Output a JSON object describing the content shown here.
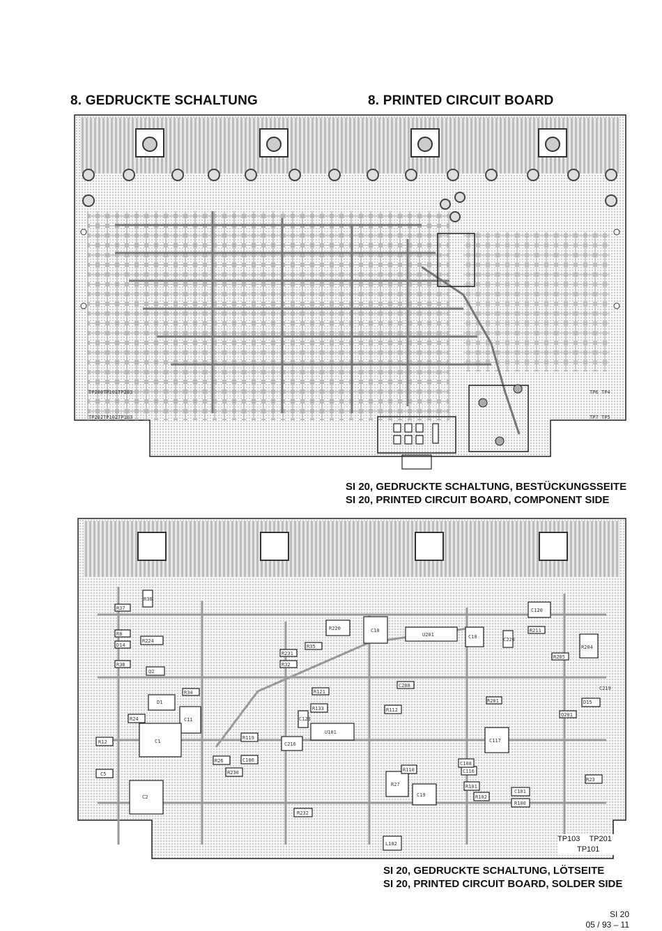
{
  "header": {
    "title_de": "8. GEDRUCKTE SCHALTUNG",
    "title_en": "8. PRINTED CIRCUIT BOARD"
  },
  "component_side": {
    "caption_de": "SI 20, GEDRUCKTE SCHALTUNG, BESTÜCKUNGSSEITE",
    "caption_en": "SI 20, PRINTED CIRCUIT BOARD, COMPONENT SIDE",
    "labels": [
      "TP6",
      "TP4",
      "TP7",
      "TP5",
      "TP208TP101TP203",
      "TP202TP102TP103"
    ]
  },
  "solder_side": {
    "caption_de": "SI 20, GEDRUCKTE SCHALTUNG, LÖTSEITE",
    "caption_en": "SI 20, PRINTED CIRCUIT BOARD, SOLDER SIDE",
    "testpoints": [
      "TP103",
      "TP201",
      "TP101"
    ],
    "components": [
      "R36",
      "R37",
      "R8",
      "D14",
      "R224",
      "R38",
      "Q2",
      "R34",
      "D1",
      "C11",
      "R24",
      "C1",
      "R12",
      "C5",
      "C2",
      "R220",
      "C10",
      "U201",
      "C18",
      "R231",
      "R32",
      "R35",
      "C208",
      "R121",
      "R133",
      "C123",
      "U101",
      "R119",
      "C106",
      "C216",
      "R230",
      "R26",
      "R27",
      "C19",
      "C120",
      "R211",
      "R205",
      "R204",
      "C220",
      "R201",
      "Q201",
      "C219",
      "R23",
      "C117",
      "C101",
      "R100",
      "R232",
      "L102",
      "D15",
      "R112",
      "R110",
      "C116",
      "R102",
      "R101",
      "C108"
    ]
  },
  "footer": {
    "page_id": "SI 20",
    "page_ref": "05 / 93 – 11"
  }
}
